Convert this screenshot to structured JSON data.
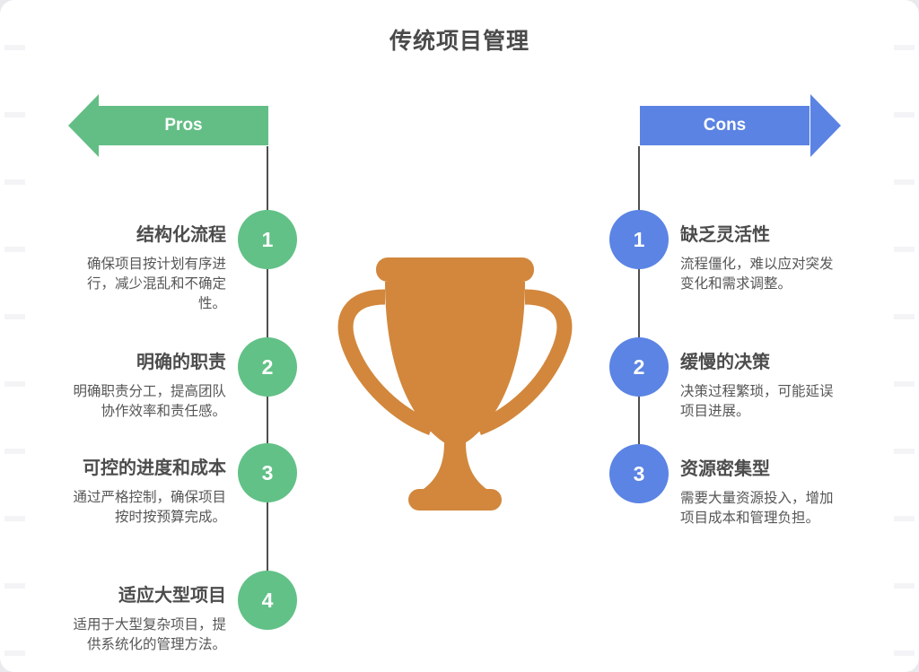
{
  "title": "传统项目管理",
  "colors": {
    "pros_green": "#63be85",
    "cons_blue": "#5b83e3",
    "trophy_orange": "#d2873c",
    "timeline_line": "#4f4f4f",
    "heading_text": "#4a4a4a"
  },
  "pros": {
    "label": "Pros",
    "items": [
      {
        "num": "1",
        "title": "结构化流程",
        "desc": "确保项目按计划有序进行，减少混乱和不确定性。"
      },
      {
        "num": "2",
        "title": "明确的职责",
        "desc": "明确职责分工，提高团队协作效率和责任感。"
      },
      {
        "num": "3",
        "title": "可控的进度和成本",
        "desc": "通过严格控制，确保项目按时按预算完成。"
      },
      {
        "num": "4",
        "title": "适应大型项目",
        "desc": "适用于大型复杂项目，提供系统化的管理方法。"
      }
    ]
  },
  "cons": {
    "label": "Cons",
    "items": [
      {
        "num": "1",
        "title": "缺乏灵活性",
        "desc": "流程僵化，难以应对突发变化和需求调整。"
      },
      {
        "num": "2",
        "title": "缓慢的决策",
        "desc": "决策过程繁琐，可能延误项目进展。"
      },
      {
        "num": "3",
        "title": "资源密集型",
        "desc": "需要大量资源投入，增加项目成本和管理负担。"
      }
    ]
  },
  "center_icon": "trophy-icon"
}
